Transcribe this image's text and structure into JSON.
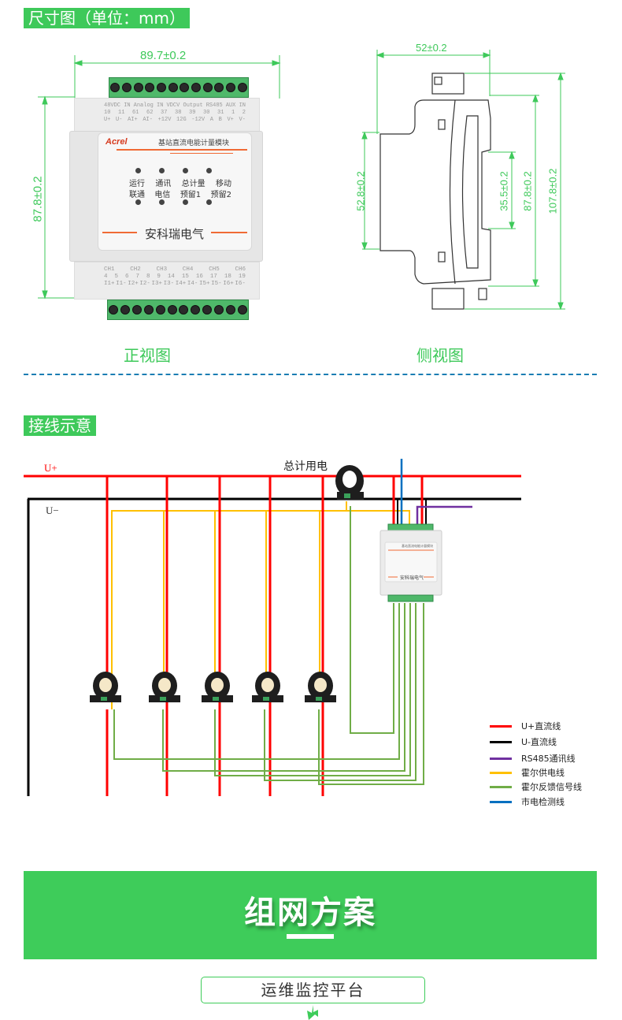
{
  "sections": {
    "dimensions_title": "尺寸图（单位：mm）",
    "wiring_title": "接线示意",
    "network_title": "组网方案"
  },
  "front_view": {
    "label": "正视图",
    "width_dim": "89.7±0.2",
    "height_dim": "87.8±0.2",
    "top_terminals": {
      "groups": [
        "48VDC IN",
        "Analog IN",
        "VDCV Output",
        "RS485",
        "",
        "AUX IN"
      ],
      "numbers": [
        "10",
        "11",
        "61",
        "62",
        "37",
        "38",
        "39",
        "30",
        "31",
        "",
        "1",
        "2"
      ],
      "signals": [
        "U+",
        "U-",
        "AI+",
        "AI-",
        "+12V",
        "12G",
        "-12V",
        "A",
        "B",
        "",
        "V+",
        "V-"
      ]
    },
    "bottom_terminals": {
      "groups": [
        "CH1",
        "CH2",
        "CH3",
        "CH4",
        "CH5",
        "CH6"
      ],
      "numbers": [
        "4",
        "5",
        "6",
        "7",
        "8",
        "9",
        "14",
        "15",
        "16",
        "17",
        "18",
        "19"
      ],
      "signals": [
        "I1+",
        "I1-",
        "I2+",
        "I2-",
        "I3+",
        "I3-",
        "I4+",
        "I4-",
        "I5+",
        "I5-",
        "I6+",
        "I6-"
      ]
    },
    "panel": {
      "logo": "Acrel",
      "model_name": "基站直流电能计量模块",
      "led_top_row": [
        "运行",
        "通讯",
        "总计量",
        "移动"
      ],
      "led_bottom_row": [
        "联通",
        "电信",
        "预留1",
        "预留2"
      ],
      "brand": "安科瑞电气"
    }
  },
  "side_view": {
    "label": "侧视图",
    "depth_dim": "52±0.2",
    "dims": [
      "52.8±0.2",
      "35.5±0.2",
      "87.8±0.2",
      "107.8±0.2"
    ]
  },
  "wiring": {
    "u_plus_label": "U+",
    "u_minus_label": "U−",
    "total_label": "总计用电",
    "legend": [
      {
        "label": "U+直流线",
        "color": "#ff0000"
      },
      {
        "label": "U-直流线",
        "color": "#000000"
      },
      {
        "label": "RS485通讯线",
        "color": "#7030a0"
      },
      {
        "label": "霍尔供电线",
        "color": "#ffc000"
      },
      {
        "label": "霍尔反馈信号线",
        "color": "#70ad47"
      },
      {
        "label": "市电检测线",
        "color": "#0070c0"
      }
    ],
    "module": {
      "model_name": "基站直流电能计量模块",
      "brand": "安科瑞电气"
    }
  },
  "network": {
    "platform_label": "运维监控平台"
  },
  "colors": {
    "accent_green": "#3ec95a",
    "divider_blue": "#1a7db3"
  }
}
